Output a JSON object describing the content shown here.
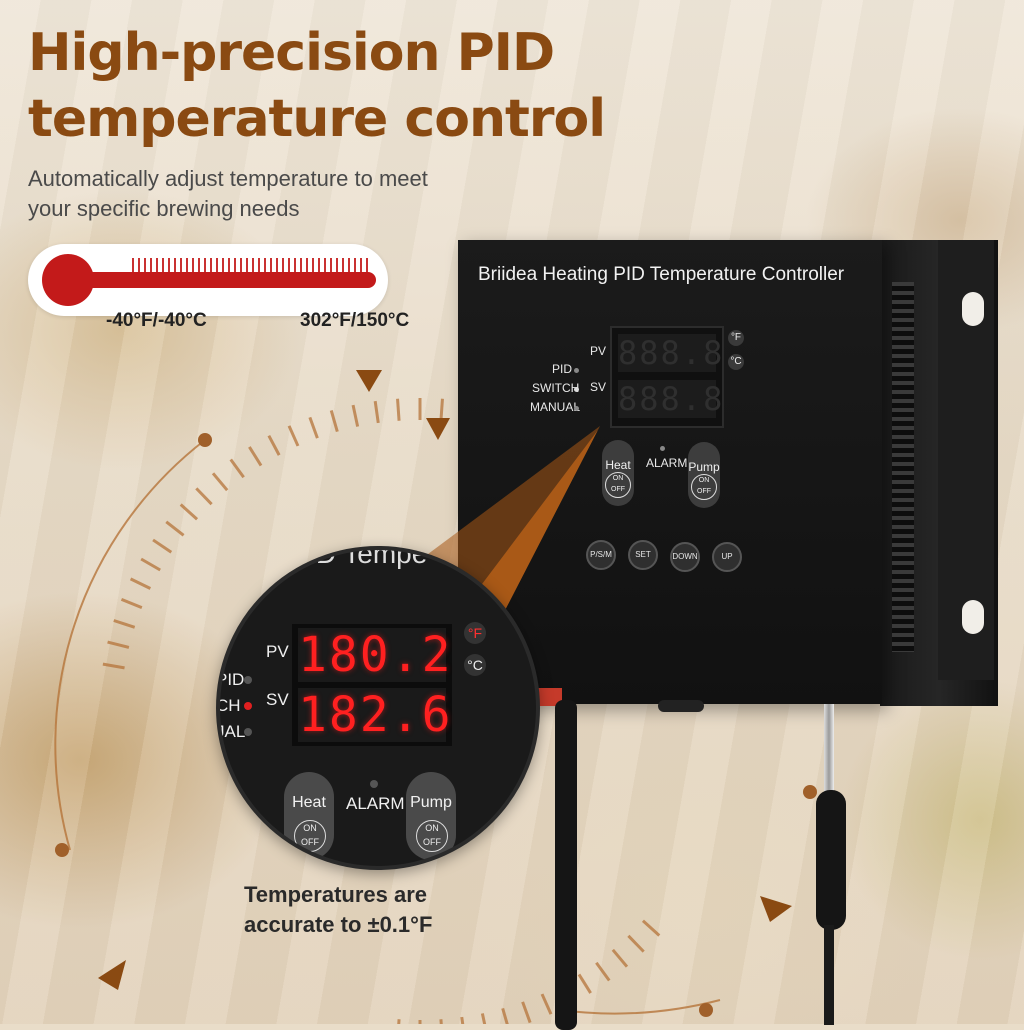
{
  "headline": {
    "line1": "High-precision PID",
    "line2": "temperature control",
    "color": "#8a4a12"
  },
  "subtitle": {
    "line1": "Automatically adjust temperature to meet",
    "line2": "your specific brewing needs"
  },
  "thermometer": {
    "min_label": "-40°F/-40°C",
    "max_label": "302°F/150°C",
    "fill_fraction": 1.0,
    "fill_color": "#c31a1a"
  },
  "controller": {
    "title": "Briidea Heating PID Temperature Controller",
    "pv_label": "PV",
    "sv_label": "SV",
    "pv_display": "888.8",
    "sv_display": "888.8",
    "unit_f": "°F",
    "unit_c": "°C",
    "modes": [
      "PID",
      "SWITCH",
      "MANUAL"
    ],
    "alarm_label": "ALARM",
    "heat_label": "Heat",
    "pump_label": "Pump",
    "on": "ON",
    "off": "OFF",
    "buttons": [
      "P/S/M",
      "SET",
      "DOWN",
      "UP"
    ]
  },
  "zoom": {
    "title_fragment": "ID Tempe",
    "pv_label": "PV",
    "sv_label": "SV",
    "pv_value": "180.2",
    "sv_value": "182.6",
    "unit_f": "°F",
    "unit_c": "°C",
    "mode_fragments": [
      "PID",
      "CH",
      "JAL"
    ],
    "alarm_label": "ALARM",
    "heat_label": "Heat",
    "pump_label": "Pump",
    "on": "ON",
    "off": "OFF",
    "digit_color": "#ff2020"
  },
  "caption": {
    "line1": "Temperatures are",
    "line2": "accurate to ±0.1°F"
  }
}
